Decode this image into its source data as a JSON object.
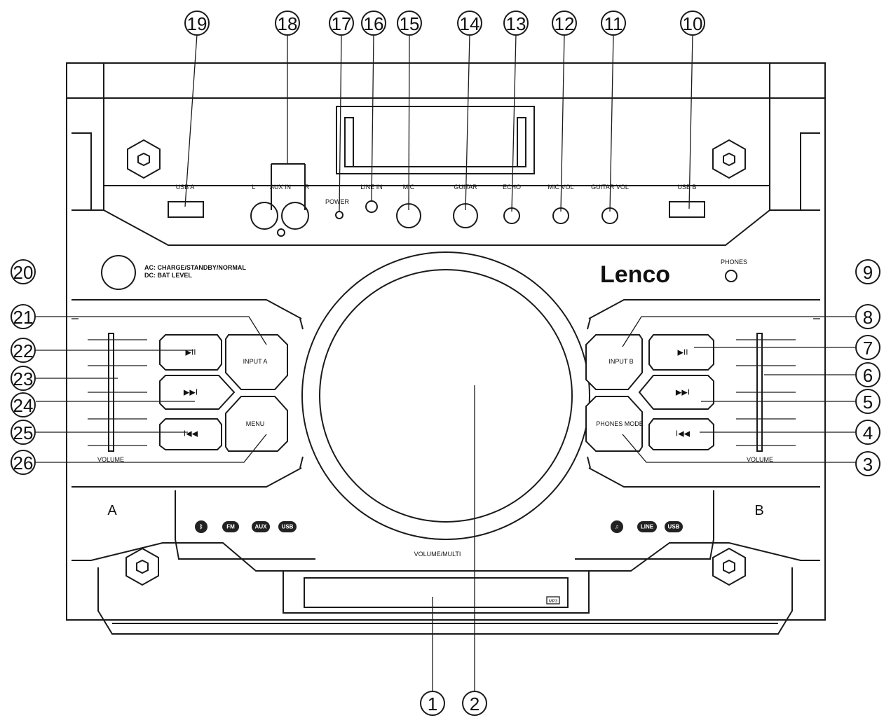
{
  "callouts": [
    {
      "n": "1",
      "part": "cd-slot"
    },
    {
      "n": "2",
      "part": "volume-multi-knob"
    },
    {
      "n": "3",
      "part": "phones-mode-button"
    },
    {
      "n": "4",
      "part": "prev-b-button"
    },
    {
      "n": "5",
      "part": "next-b-button"
    },
    {
      "n": "6",
      "part": "volume-b-slider"
    },
    {
      "n": "7",
      "part": "play-pause-b-button"
    },
    {
      "n": "8",
      "part": "input-b-button"
    },
    {
      "n": "9",
      "part": "phones-jack"
    },
    {
      "n": "10",
      "part": "usb-b-port"
    },
    {
      "n": "11",
      "part": "guitar-vol-knob"
    },
    {
      "n": "12",
      "part": "mic-vol-knob"
    },
    {
      "n": "13",
      "part": "echo-knob"
    },
    {
      "n": "14",
      "part": "guitar-jack"
    },
    {
      "n": "15",
      "part": "mic-jack"
    },
    {
      "n": "16",
      "part": "line-in-jack"
    },
    {
      "n": "17",
      "part": "power-led"
    },
    {
      "n": "18",
      "part": "aux-in-jacks"
    },
    {
      "n": "19",
      "part": "usb-a-port"
    },
    {
      "n": "20",
      "part": "status-indicator"
    },
    {
      "n": "21",
      "part": "input-a-button"
    },
    {
      "n": "22",
      "part": "play-pause-a-button"
    },
    {
      "n": "23",
      "part": "volume-a-slider"
    },
    {
      "n": "24",
      "part": "next-a-button"
    },
    {
      "n": "25",
      "part": "prev-a-button"
    },
    {
      "n": "26",
      "part": "menu-button"
    }
  ],
  "labels": {
    "usb_a": "USB A",
    "usb_b": "USB B",
    "aux_l": "L",
    "aux_in": "AUX IN",
    "aux_r": "R",
    "power": "POWER",
    "line_in": "LINE IN",
    "mic": "MIC",
    "guitar": "GUITAR",
    "echo": "ECHO",
    "mic_vol": "MIC VOL",
    "guitar_vol": "GUITAR VOL",
    "phones": "PHONES",
    "ac_line": "AC: CHARGE/STANDBY/NORMAL",
    "dc_line": "DC: BAT LEVEL",
    "brand": "Lenco",
    "input_a": "INPUT A",
    "input_b": "INPUT B",
    "menu": "MENU",
    "phones_mode": "PHONES MODE",
    "volume_left": "VOLUME",
    "volume_right": "VOLUME",
    "side_a": "A",
    "side_b": "B",
    "volume_multi": "VOLUME/MULTI",
    "fm": "FM",
    "aux": "AUX",
    "usb": "USB",
    "line": "LINE",
    "cd_mark": "MP3"
  },
  "glyphs": {
    "play_pause": "▶II",
    "next": "▶▶I",
    "prev": "I◀◀",
    "bluetooth": "ᛒ",
    "headphones": "♫"
  },
  "colors": {
    "line": "#1a1a1a",
    "badge": "#222222"
  }
}
